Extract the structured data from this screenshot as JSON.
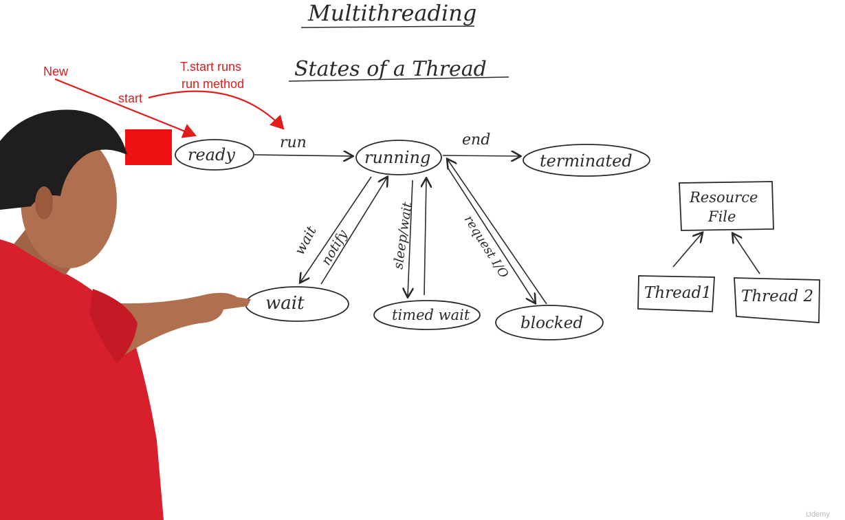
{
  "board": {
    "title": "Multithreading",
    "subtitle": "States of a Thread"
  },
  "annotations": {
    "new": "New",
    "start": "start",
    "tstart_line1": "T.start runs",
    "tstart_line2": "run method",
    "color": "#e21b1b"
  },
  "states": {
    "ready": "ready",
    "running": "running",
    "terminated": "terminated",
    "wait": "wait",
    "timed_wait": "timed wait",
    "blocked": "blocked"
  },
  "transitions": {
    "run": "run",
    "end": "end",
    "wait": "wait",
    "notify": "notify",
    "sleep_wait": "sleep/wait",
    "request_io": "request I/O"
  },
  "resource": {
    "box_line1": "Resource",
    "box_line2": "File",
    "thread1": "Thread1",
    "thread2": "Thread 2"
  },
  "watermark": "Udemy",
  "colors": {
    "ink": "#2a2a2a",
    "annotation_red": "#e21b1b",
    "shirt_red": "#d8202c",
    "skin": "#b07050",
    "hair": "#1e1e1e"
  }
}
